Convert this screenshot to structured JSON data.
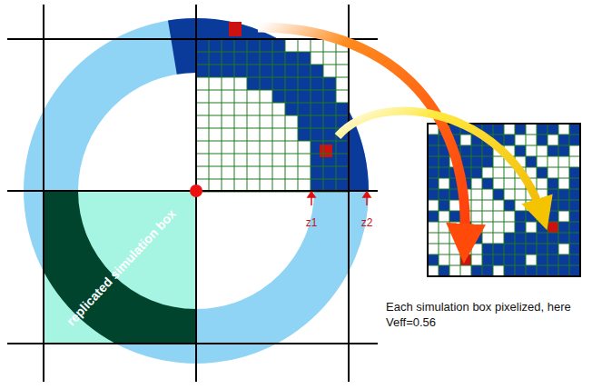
{
  "diagram": {
    "nodes": [
      {
        "text": [
          "replicated simulation box"
        ]
      }
    ],
    "labels": [
      "z1",
      "z2",
      "Each simulation box pixelized, here Veff=0.56"
    ]
  }
}
